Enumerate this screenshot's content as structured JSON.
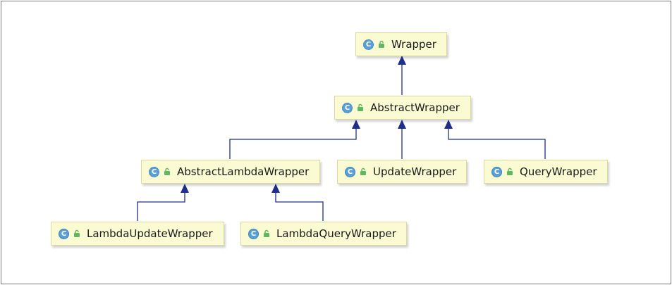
{
  "nodes": {
    "wrapper": {
      "label": "Wrapper",
      "icon_letter": "C",
      "abstract": true
    },
    "abstract_wrapper": {
      "label": "AbstractWrapper",
      "icon_letter": "C",
      "abstract": true
    },
    "abstract_lambda_wrapper": {
      "label": "AbstractLambdaWrapper",
      "icon_letter": "C",
      "abstract": true
    },
    "update_wrapper": {
      "label": "UpdateWrapper",
      "icon_letter": "C",
      "abstract": false
    },
    "query_wrapper": {
      "label": "QueryWrapper",
      "icon_letter": "C",
      "abstract": false
    },
    "lambda_update_wrapper": {
      "label": "LambdaUpdateWrapper",
      "icon_letter": "C",
      "abstract": false
    },
    "lambda_query_wrapper": {
      "label": "LambdaQueryWrapper",
      "icon_letter": "C",
      "abstract": false
    }
  },
  "edges": [
    {
      "from": "AbstractWrapper",
      "to": "Wrapper"
    },
    {
      "from": "AbstractLambdaWrapper",
      "to": "AbstractWrapper"
    },
    {
      "from": "UpdateWrapper",
      "to": "AbstractWrapper"
    },
    {
      "from": "QueryWrapper",
      "to": "AbstractWrapper"
    },
    {
      "from": "LambdaUpdateWrapper",
      "to": "AbstractLambdaWrapper"
    },
    {
      "from": "LambdaQueryWrapper",
      "to": "AbstractLambdaWrapper"
    }
  ],
  "colors": {
    "node_fill": "#fbfbd3",
    "edge": "#1f2e8c",
    "class_icon": "#5aa0d6",
    "lock_icon": "#5fb85f"
  }
}
